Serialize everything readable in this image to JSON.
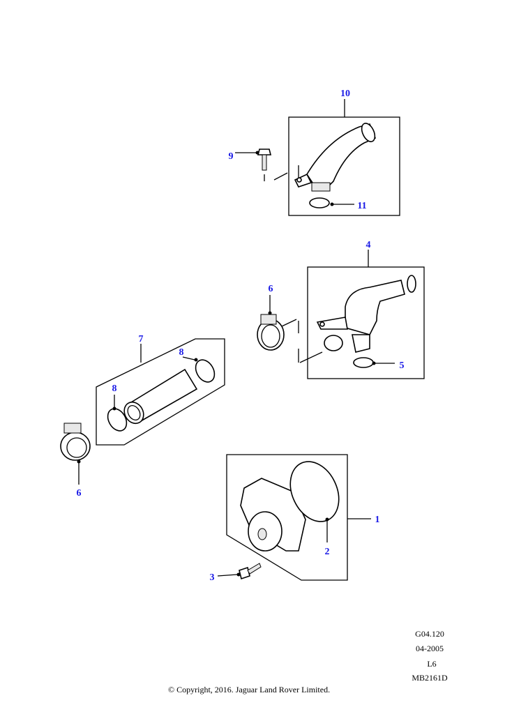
{
  "callouts": {
    "c1": "1",
    "c2": "2",
    "c3": "3",
    "c4": "4",
    "c5": "5",
    "c6a": "6",
    "c6b": "6",
    "c7": "7",
    "c8a": "8",
    "c8b": "8",
    "c9": "9",
    "c10": "10",
    "c11": "11"
  },
  "footer": {
    "group": "G04.120",
    "date": "04-2005",
    "model": "L6",
    "ref": "MB2161D",
    "copyright": "© Copyright, 2016. Jaguar Land Rover Limited."
  },
  "colors": {
    "callout": "#1a1ae6"
  }
}
